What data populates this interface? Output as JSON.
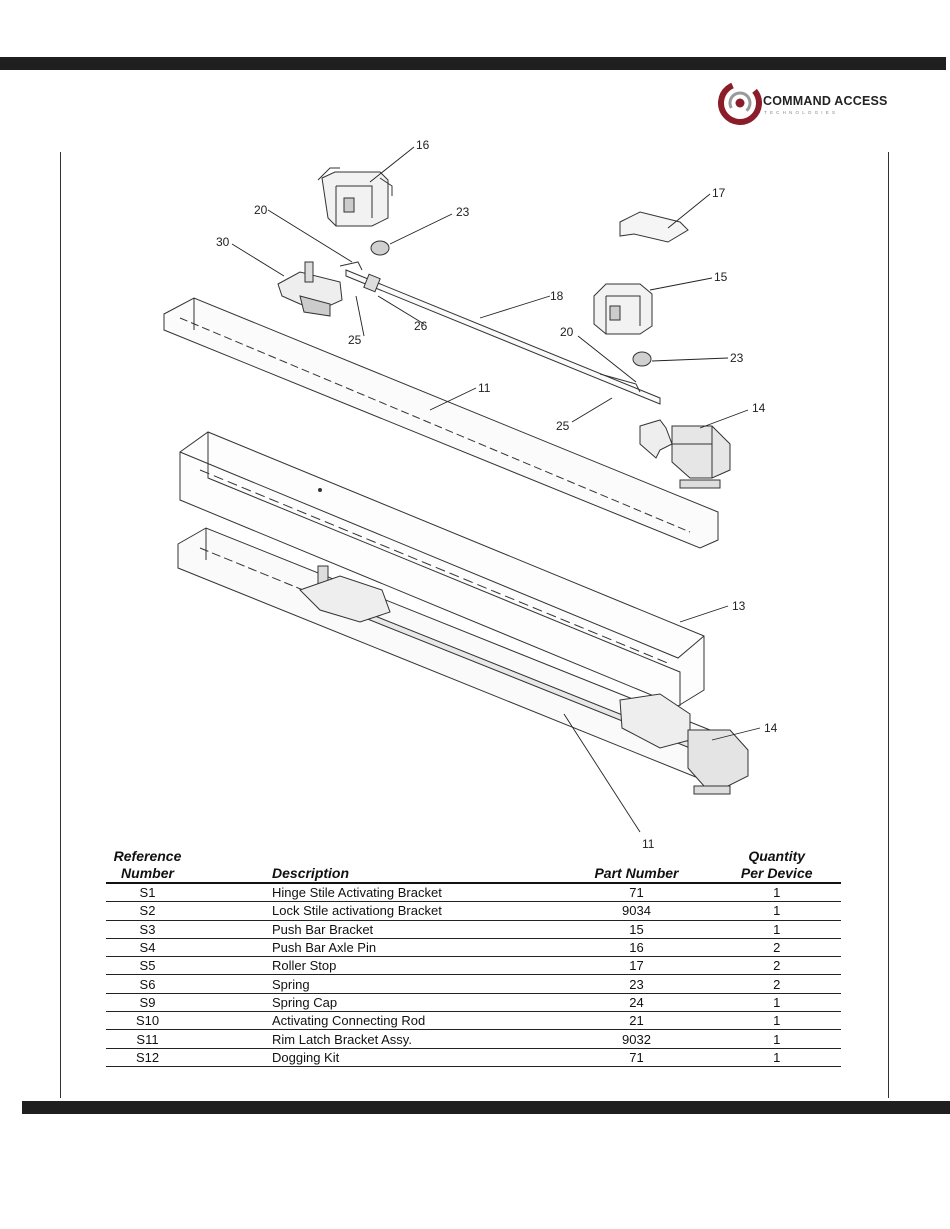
{
  "logo": {
    "name": "COMMAND ACCESS",
    "tagline": "TECHNOLOGIES"
  },
  "callouts": [
    "16",
    "17",
    "20",
    "23",
    "30",
    "15",
    "18",
    "26",
    "25",
    "20",
    "23",
    "25",
    "14",
    "11",
    "13",
    "14",
    "11"
  ],
  "table": {
    "headers": {
      "ref_line1": "Reference",
      "ref_line2": "Number",
      "description": "Description",
      "part_number": "Part Number",
      "qty_line1": "Quantity",
      "qty_line2": "Per Device"
    },
    "rows": [
      {
        "ref": "S1",
        "description": "Hinge Stile Activating Bracket",
        "part": "71",
        "qty": "1"
      },
      {
        "ref": "S2",
        "description": "Lock Stile activationg Bracket",
        "part": "9034",
        "qty": "1"
      },
      {
        "ref": "S3",
        "description": "Push Bar Bracket",
        "part": "15",
        "qty": "1"
      },
      {
        "ref": "S4",
        "description": "Push Bar Axle Pin",
        "part": "16",
        "qty": "2"
      },
      {
        "ref": "S5",
        "description": "Roller Stop",
        "part": "17",
        "qty": "2"
      },
      {
        "ref": "S6",
        "description": "Spring",
        "part": "23",
        "qty": "2"
      },
      {
        "ref": "S9",
        "description": "Spring Cap",
        "part": "24",
        "qty": "1"
      },
      {
        "ref": "S10",
        "description": "Activating Connecting Rod",
        "part": "21",
        "qty": "1"
      },
      {
        "ref": "S11",
        "description": "Rim Latch Bracket Assy.",
        "part": "9032",
        "qty": "1"
      },
      {
        "ref": "S12",
        "description": "Dogging Kit",
        "part": "71",
        "qty": "1"
      }
    ]
  }
}
